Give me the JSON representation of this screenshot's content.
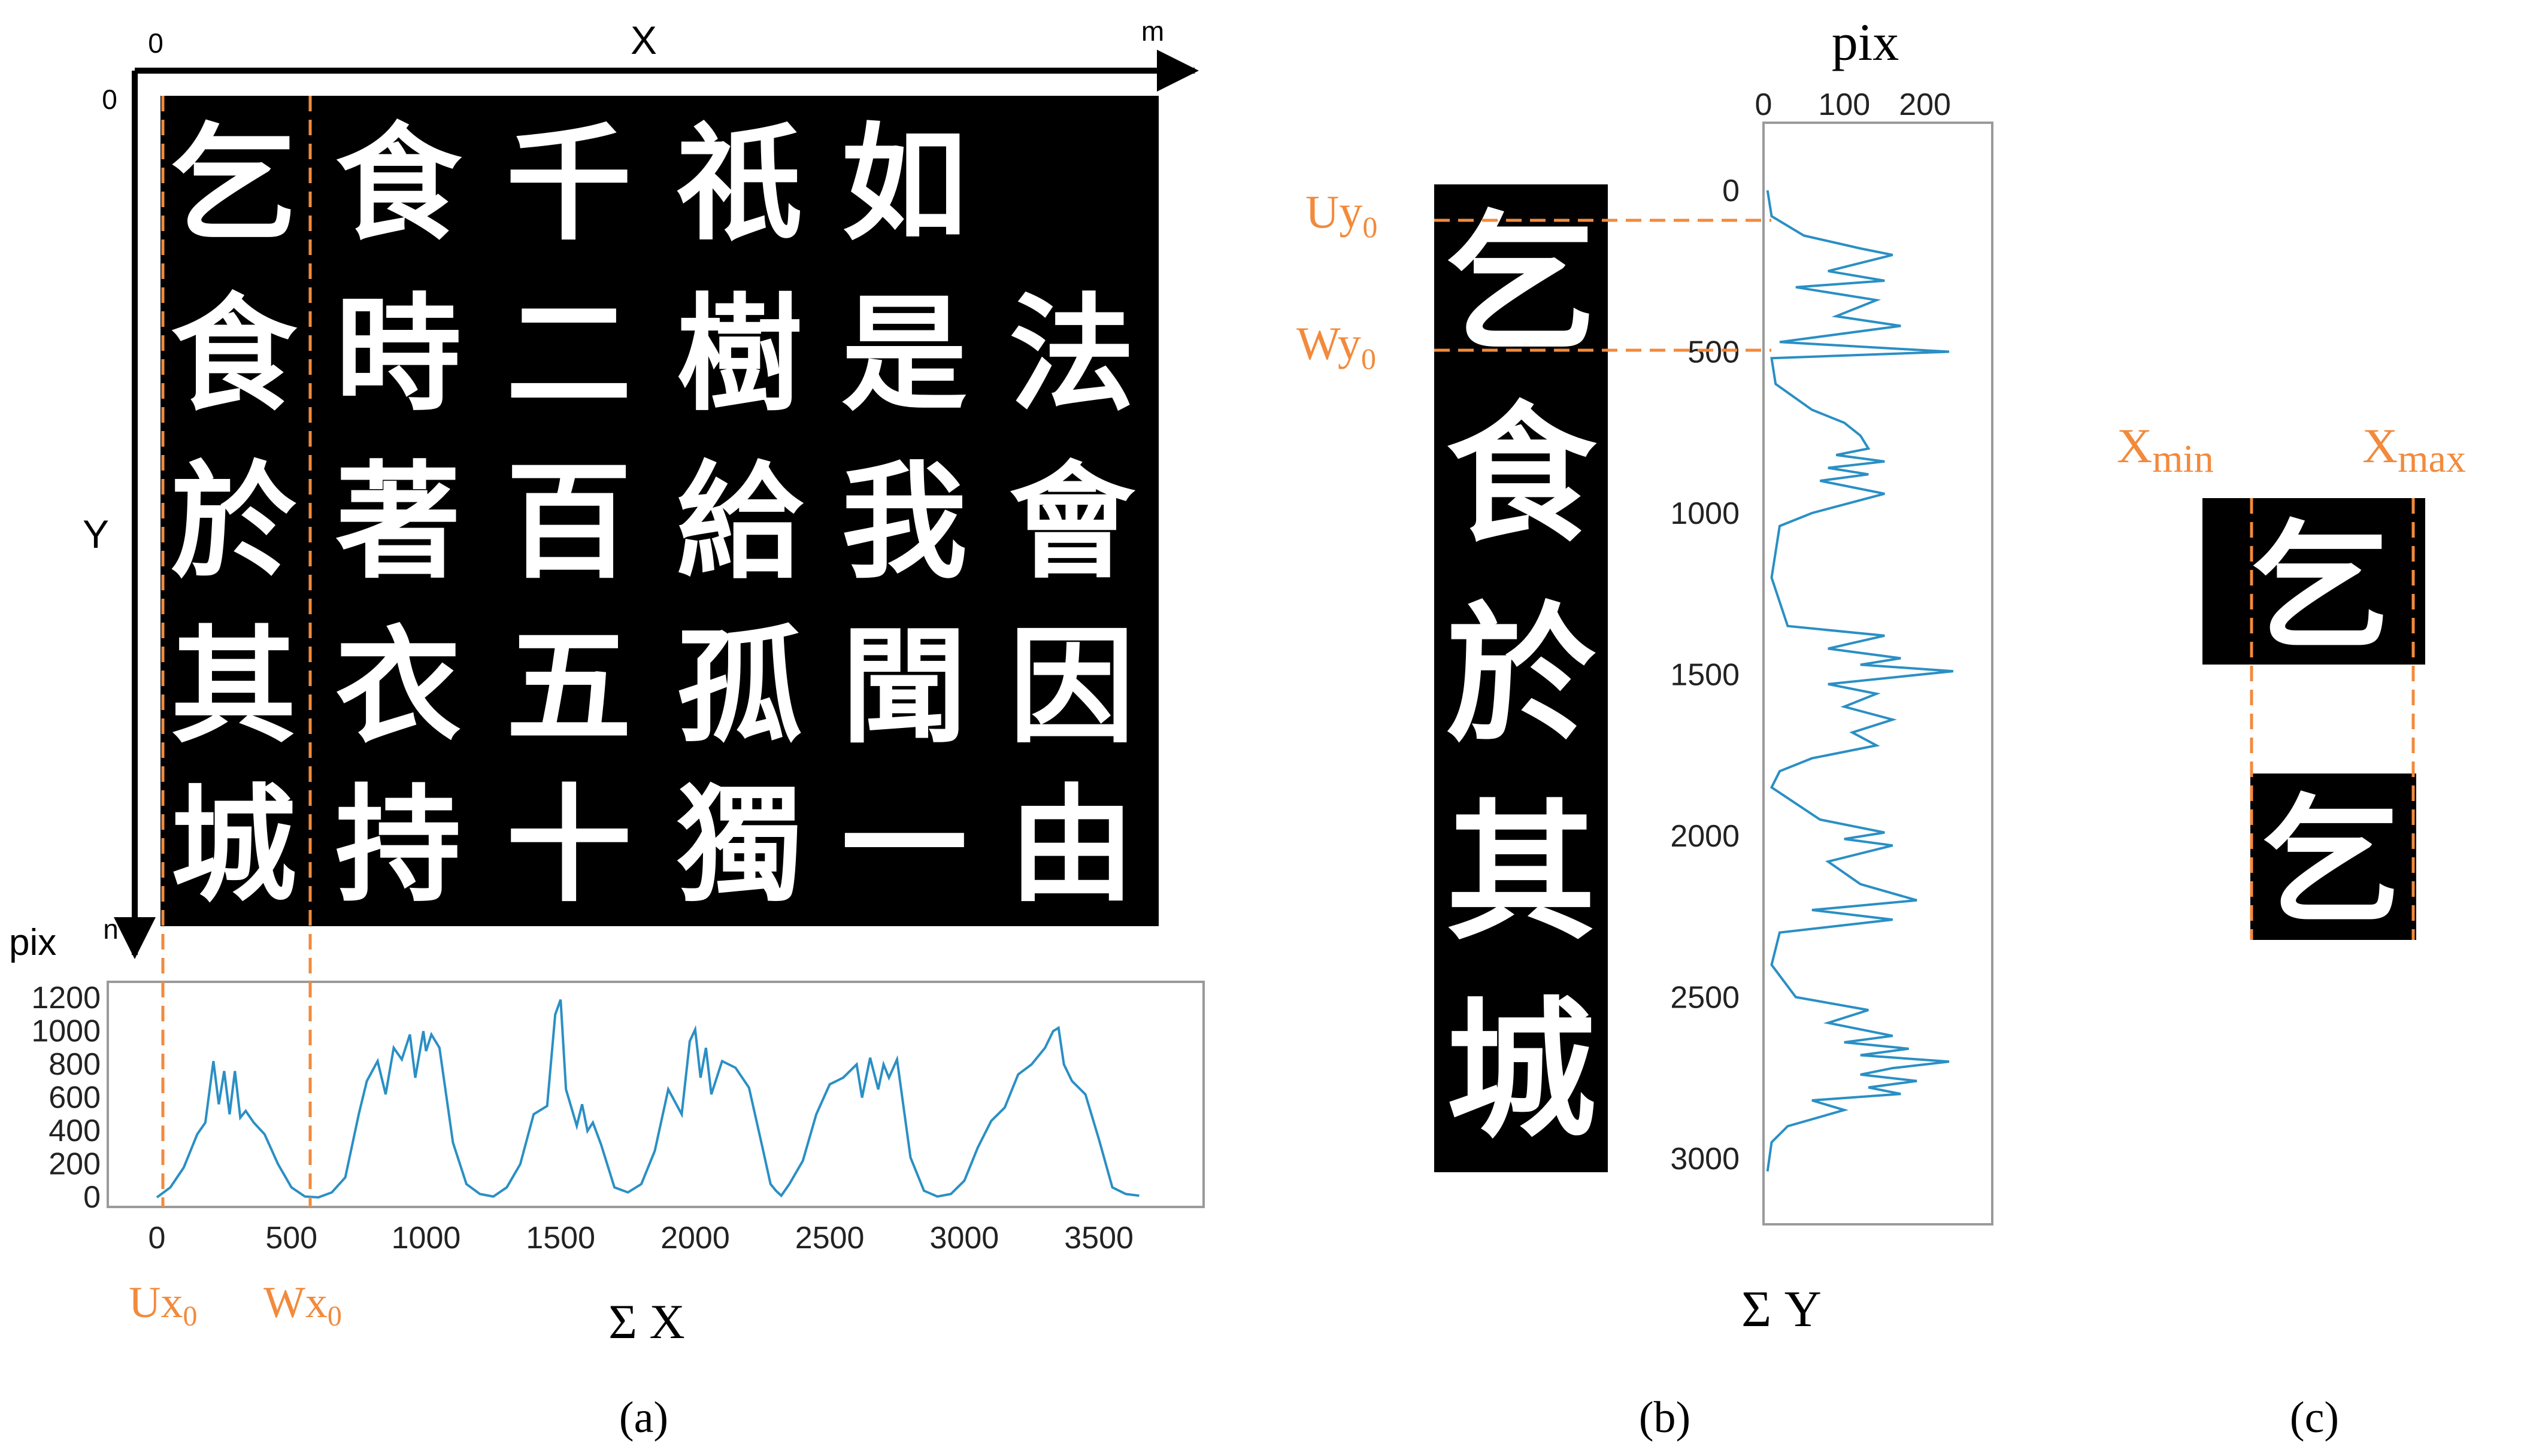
{
  "panel_a": {
    "axis_x_label": "X",
    "axis_y_label": "Y",
    "axis_origin": "0",
    "axis_x_end": "m",
    "axis_y_origin": "0",
    "axis_y_end": "n",
    "grid_columns": [
      [
        "乞",
        "食",
        "於",
        "其",
        "城"
      ],
      [
        "食",
        "時",
        "著",
        "衣",
        "持"
      ],
      [
        "千",
        "二",
        "百",
        "五",
        "十"
      ],
      [
        "祇",
        "樹",
        "給",
        "孤",
        "獨"
      ],
      [
        "如",
        "是",
        "我",
        "聞",
        "一"
      ],
      [
        "",
        "法",
        "會",
        "因",
        "由"
      ]
    ],
    "ux_label": "Ux",
    "ux_sub": "0",
    "wx_label": "Wx",
    "wx_sub": "0",
    "sum_label": "Σ X",
    "caption": "(a)"
  },
  "panel_b": {
    "column_chars": [
      "乞",
      "食",
      "於",
      "其",
      "城"
    ],
    "uy_label": "Uy",
    "uy_sub": "0",
    "wy_label": "Wy",
    "wy_sub": "0",
    "sum_label": "Σ Y",
    "caption": "(b)"
  },
  "panel_c": {
    "char": "乞",
    "xmin_label": "X",
    "xmin_sub": "min",
    "xmax_label": "X",
    "xmax_sub": "max",
    "caption": "(c)"
  },
  "colors": {
    "accent": "#f28a3c",
    "line": "#2a8fc4",
    "ink": "#000000"
  },
  "chart_data": [
    {
      "type": "line",
      "ylabel": "pix",
      "xlim": [
        0,
        3700
      ],
      "ylim": [
        0,
        1250
      ],
      "xticks": [
        0,
        500,
        1000,
        1500,
        2000,
        2500,
        3000,
        3500
      ],
      "yticks": [
        0,
        200,
        400,
        600,
        800,
        1000,
        1200
      ],
      "x": [
        0,
        50,
        100,
        150,
        180,
        210,
        230,
        250,
        270,
        290,
        310,
        330,
        360,
        400,
        450,
        500,
        550,
        600,
        650,
        700,
        750,
        780,
        820,
        850,
        880,
        910,
        940,
        960,
        990,
        1000,
        1020,
        1050,
        1100,
        1150,
        1200,
        1250,
        1300,
        1350,
        1400,
        1450,
        1480,
        1500,
        1520,
        1540,
        1560,
        1580,
        1600,
        1620,
        1650,
        1700,
        1750,
        1800,
        1850,
        1900,
        1950,
        1980,
        2000,
        2020,
        2040,
        2060,
        2100,
        2150,
        2200,
        2250,
        2280,
        2300,
        2320,
        2350,
        2400,
        2450,
        2500,
        2550,
        2600,
        2620,
        2650,
        2680,
        2700,
        2720,
        2750,
        2800,
        2850,
        2900,
        2950,
        3000,
        3050,
        3100,
        3150,
        3200,
        3250,
        3300,
        3330,
        3350,
        3370,
        3400,
        3450,
        3500,
        3550,
        3600,
        3650
      ],
      "y": [
        0,
        60,
        180,
        380,
        450,
        820,
        560,
        760,
        500,
        760,
        480,
        520,
        450,
        380,
        200,
        60,
        5,
        0,
        30,
        120,
        500,
        700,
        820,
        620,
        900,
        830,
        980,
        720,
        1000,
        880,
        980,
        900,
        330,
        80,
        20,
        5,
        60,
        200,
        500,
        550,
        1100,
        1190,
        650,
        540,
        430,
        560,
        400,
        450,
        320,
        60,
        30,
        80,
        280,
        650,
        500,
        940,
        1010,
        720,
        900,
        620,
        820,
        780,
        660,
        300,
        80,
        40,
        10,
        80,
        220,
        500,
        680,
        720,
        800,
        600,
        840,
        650,
        800,
        720,
        830,
        240,
        40,
        5,
        20,
        100,
        300,
        460,
        540,
        740,
        800,
        900,
        1000,
        1020,
        800,
        700,
        620,
        350,
        60,
        20,
        10
      ]
    },
    {
      "type": "line",
      "xlabel": "pix",
      "xlim": [
        0,
        250
      ],
      "ylim": [
        3000,
        0
      ],
      "xticks": [
        0,
        100,
        200
      ],
      "yticks": [
        0,
        500,
        1000,
        1500,
        2000,
        2500,
        3000
      ],
      "x": [
        5,
        10,
        50,
        120,
        160,
        80,
        150,
        40,
        140,
        90,
        170,
        20,
        230,
        10,
        15,
        60,
        100,
        120,
        130,
        90,
        150,
        80,
        130,
        70,
        150,
        60,
        20,
        10,
        30,
        150,
        80,
        170,
        120,
        235,
        80,
        140,
        100,
        160,
        110,
        140,
        60,
        20,
        10,
        70,
        150,
        100,
        160,
        80,
        120,
        190,
        60,
        160,
        20,
        10,
        40,
        130,
        80,
        160,
        100,
        180,
        120,
        230,
        160,
        120,
        190,
        130,
        170,
        60,
        100,
        30,
        10,
        5
      ],
      "y": [
        0,
        80,
        140,
        180,
        200,
        250,
        280,
        300,
        340,
        390,
        420,
        470,
        500,
        520,
        600,
        680,
        720,
        760,
        800,
        820,
        840,
        860,
        880,
        900,
        940,
        1000,
        1040,
        1200,
        1350,
        1380,
        1420,
        1450,
        1470,
        1490,
        1530,
        1560,
        1600,
        1640,
        1680,
        1720,
        1760,
        1800,
        1850,
        1950,
        1990,
        2010,
        2030,
        2080,
        2150,
        2200,
        2230,
        2260,
        2300,
        2400,
        2500,
        2540,
        2580,
        2620,
        2640,
        2660,
        2680,
        2700,
        2720,
        2740,
        2760,
        2780,
        2800,
        2820,
        2850,
        2900,
        2950,
        3040
      ]
    }
  ]
}
